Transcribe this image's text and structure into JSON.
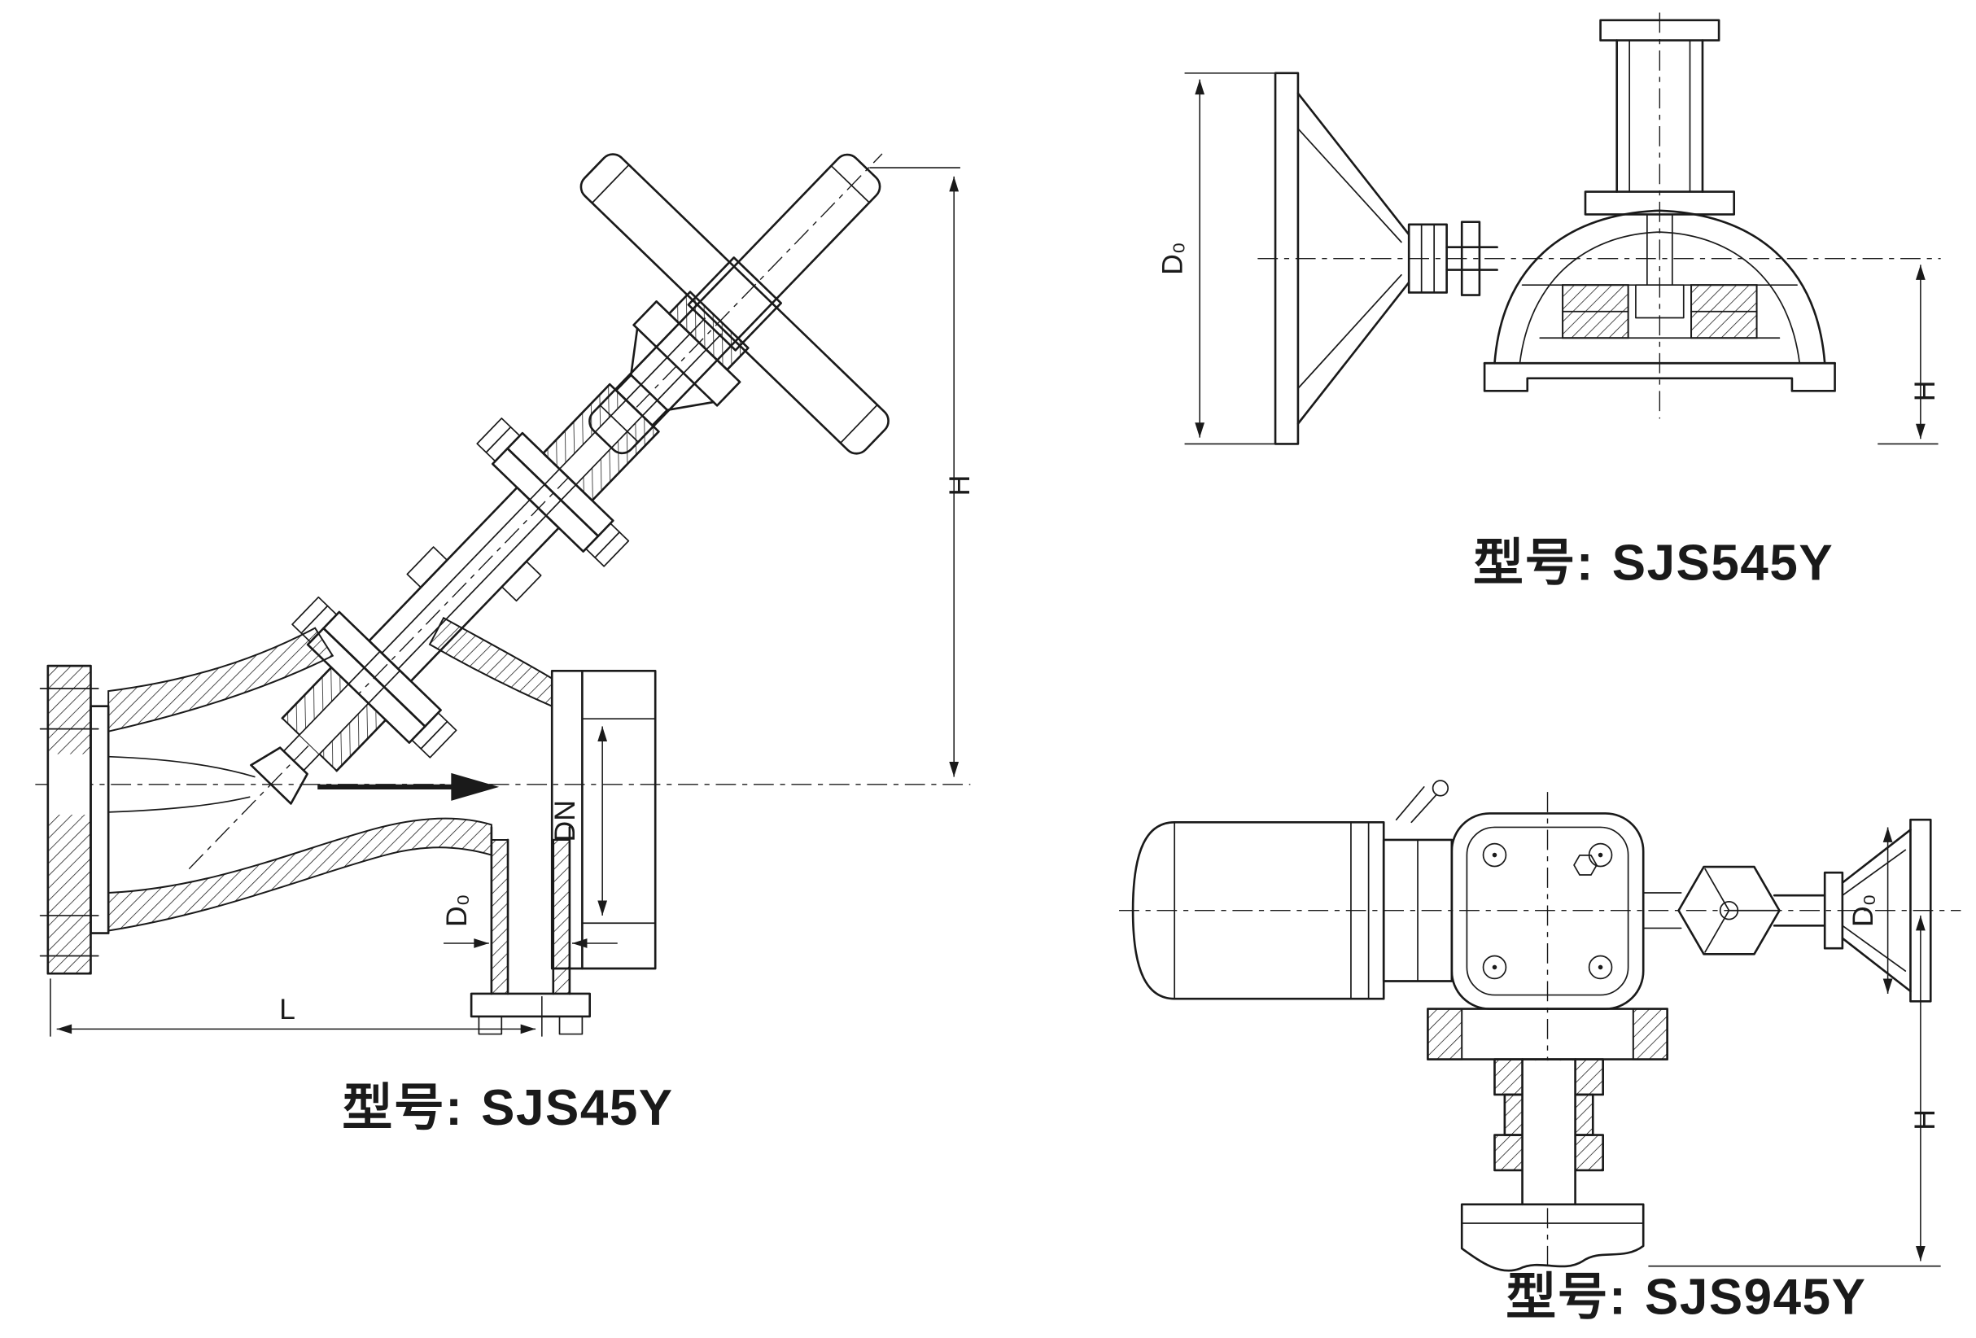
{
  "page": {
    "background": "#ffffff",
    "ink": "#1a1a1a"
  },
  "captions": {
    "model_prefix": "型号:"
  },
  "drawings": {
    "sjs45y": {
      "model": "SJS45Y",
      "dims": {
        "height": "H",
        "length": "L",
        "bore": "DN",
        "drain": "D₀"
      }
    },
    "sjs545y": {
      "model": "SJS545Y",
      "dims": {
        "wheel": "D₀",
        "height": "H"
      }
    },
    "sjs945y": {
      "model": "SJS945Y",
      "dims": {
        "wheel": "D₀",
        "height": "H"
      }
    }
  }
}
